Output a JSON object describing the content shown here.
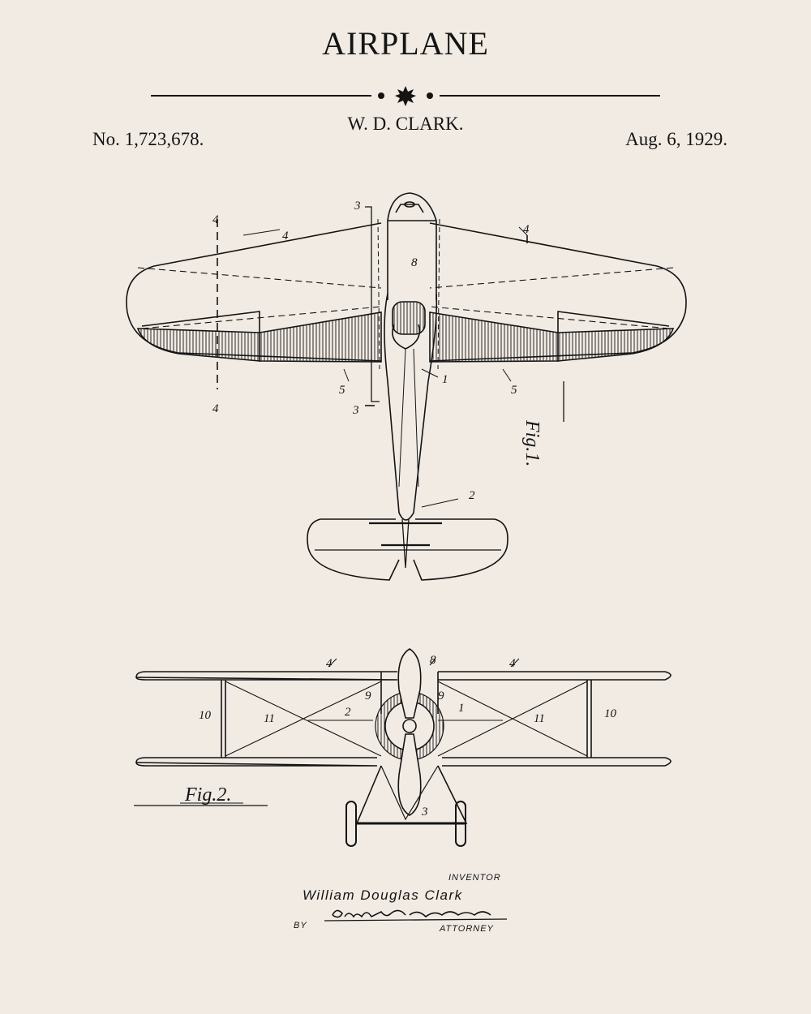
{
  "header": {
    "title": "AIRPLANE",
    "inventor": "W. D. CLARK.",
    "patent_number": "No. 1,723,678.",
    "date": "Aug. 6, 1929."
  },
  "figures": {
    "fig1_label": "Fig.1.",
    "fig2_label": "Fig.2."
  },
  "callouts": {
    "fig1": [
      "4",
      "4",
      "4",
      "4",
      "3",
      "3",
      "8",
      "5",
      "5",
      "1",
      "2"
    ],
    "fig2": [
      "4",
      "8",
      "4",
      "9",
      "9",
      "10",
      "11",
      "2",
      "1",
      "11",
      "10",
      "3"
    ]
  },
  "signature": {
    "inventor_label": "INVENTOR",
    "inventor_full_name": "William Douglas Clark",
    "by_label": "BY",
    "attorney_signature": "Robert A. Lavender",
    "attorney_label": "ATTORNEY"
  },
  "colors": {
    "paper": "#f1ebe4",
    "ink": "#141414"
  }
}
